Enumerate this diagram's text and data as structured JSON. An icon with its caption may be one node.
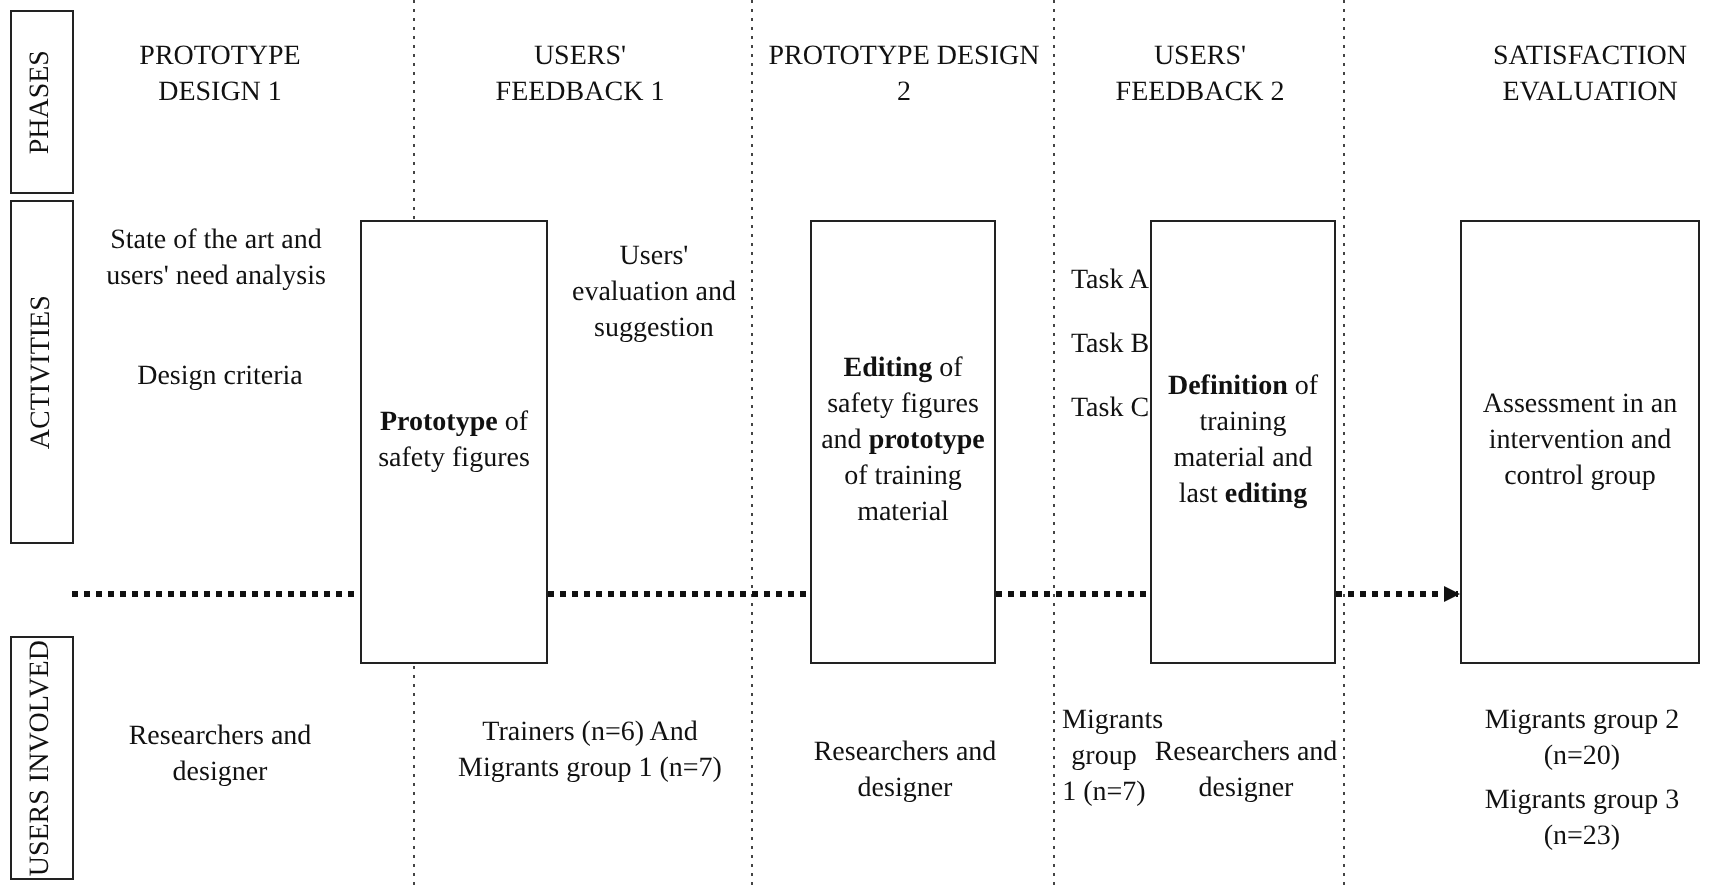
{
  "diagram": {
    "nodes": [
      {
        "text": [
          "PHASES"
        ]
      },
      {
        "text": [
          "ACTIVITIES"
        ]
      },
      {
        "text": [
          "USERS INVOLVED"
        ]
      },
      {
        "text": [
          "**Prototype** of safety figures"
        ]
      },
      {
        "text": [
          "**Editing** of safety figures and **prototype** of training material"
        ]
      },
      {
        "text": [
          "**Definition** of training material and last **editing**"
        ]
      },
      {
        "text": [
          "Assessment in an intervention and control group"
        ]
      }
    ],
    "edges": [
      {
        "from": null,
        "to": 3,
        "arrow": "none",
        "style": "dashed"
      },
      {
        "from": 3,
        "to": 4,
        "arrow": "none",
        "style": "dashed"
      },
      {
        "from": 4,
        "to": 5,
        "arrow": "none",
        "style": "dashed"
      },
      {
        "from": 5,
        "to": 6,
        "arrow": "to",
        "style": "dashed"
      }
    ],
    "labels": [
      "PROTOTYPE DESIGN 1",
      "USERS' FEEDBACK 1",
      "PROTOTYPE DESIGN 2",
      "USERS' FEEDBACK 2",
      "SATISFACTION EVALUATION",
      "State of the art and users' need analysis",
      "Design criteria",
      "Users' evaluation and suggestion",
      "Task A",
      "Task B",
      "Task C",
      "Researchers and designer",
      "Trainers (n=6) And Migrants group 1 (n=7)",
      "Researchers and designer",
      "Migrants group 1 (n=7)",
      "Researchers and designer",
      "Migrants group 2 (n=20)",
      "Migrants group 3 (n=23)"
    ]
  }
}
